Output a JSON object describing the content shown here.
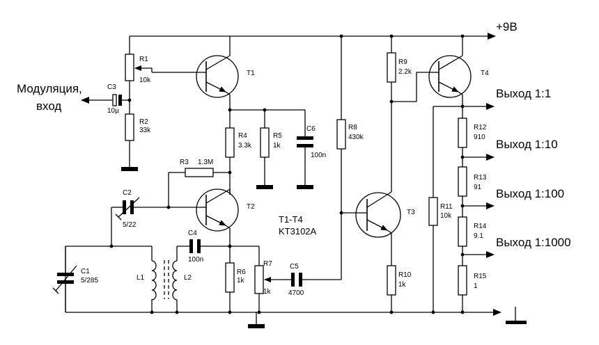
{
  "supply_label": "+9В",
  "input_label": [
    "Модуляция,",
    "вход"
  ],
  "outputs": [
    "Выход 1:1",
    "Выход 1:10",
    "Выход 1:100",
    "Выход 1:1000"
  ],
  "transistor_note": [
    "T1-T4",
    "KT3102A"
  ],
  "components": {
    "R1": {
      "ref": "R1",
      "value": "10k"
    },
    "R2": {
      "ref": "R2",
      "value": "33k"
    },
    "R3": {
      "ref": "R3",
      "value": "1.3M"
    },
    "R4": {
      "ref": "R4",
      "value": "3.3k"
    },
    "R5": {
      "ref": "R5",
      "value": "1k"
    },
    "R6": {
      "ref": "R6",
      "value": "1k"
    },
    "R7": {
      "ref": "R7",
      "value": "1k"
    },
    "R8": {
      "ref": "R8",
      "value": "430k"
    },
    "R9": {
      "ref": "R9",
      "value": "2.2k"
    },
    "R10": {
      "ref": "R10",
      "value": "1k"
    },
    "R11": {
      "ref": "R11",
      "value": "10k"
    },
    "R12": {
      "ref": "R12",
      "value": "910"
    },
    "R13": {
      "ref": "R13",
      "value": "91"
    },
    "R14": {
      "ref": "R14",
      "value": "9.1"
    },
    "R15": {
      "ref": "R15",
      "value": "1"
    },
    "C1": {
      "ref": "C1",
      "value": "5/285"
    },
    "C2": {
      "ref": "C2",
      "value": "5/22"
    },
    "C3": {
      "ref": "C3",
      "value": "10µ"
    },
    "C4": {
      "ref": "C4",
      "value": "100n"
    },
    "C5": {
      "ref": "C5",
      "value": "4700"
    },
    "C6": {
      "ref": "C6",
      "value": "100n"
    },
    "L1": {
      "ref": "L1"
    },
    "L2": {
      "ref": "L2"
    },
    "T1": {
      "ref": "T1"
    },
    "T2": {
      "ref": "T2"
    },
    "T3": {
      "ref": "T3"
    },
    "T4": {
      "ref": "T4"
    }
  }
}
